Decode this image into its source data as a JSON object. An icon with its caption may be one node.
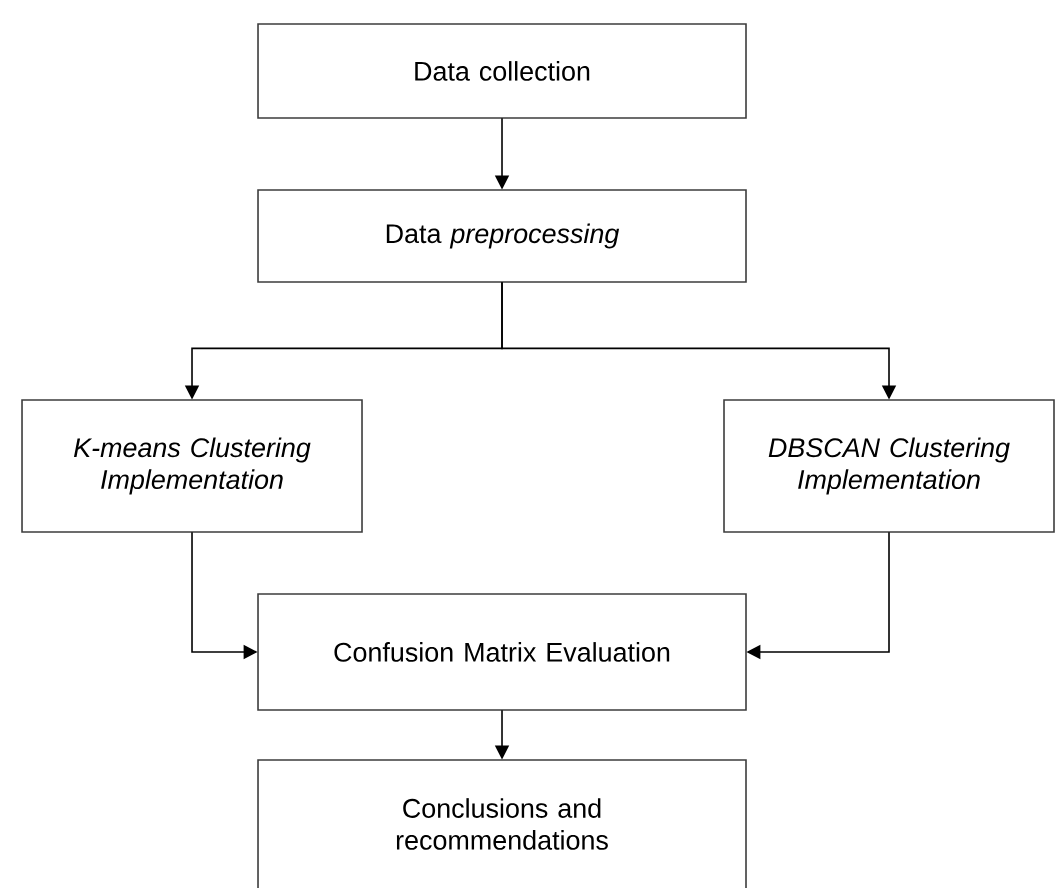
{
  "diagram": {
    "nodes": [
      {
        "text": [
          "Data collection"
        ]
      },
      {
        "text": [
          "Data *preprocessing*"
        ]
      },
      {
        "text": [
          "K-means Clustering Implementation"
        ]
      },
      {
        "text": [
          "DBSCAN Clustering Implementation"
        ]
      },
      {
        "text": [
          "Confusion Matrix Evaluation"
        ]
      },
      {
        "text": [
          "Conclusions and recommendations"
        ]
      }
    ],
    "edges": [
      {
        "from": 0,
        "to": 1,
        "arrow": "to"
      },
      {
        "from": 1,
        "to": 2,
        "arrow": "to"
      },
      {
        "from": 1,
        "to": 3,
        "arrow": "to"
      },
      {
        "from": 2,
        "to": 4,
        "arrow": "to"
      },
      {
        "from": 3,
        "to": 4,
        "arrow": "to"
      },
      {
        "from": 4,
        "to": 5,
        "arrow": "to"
      }
    ]
  }
}
